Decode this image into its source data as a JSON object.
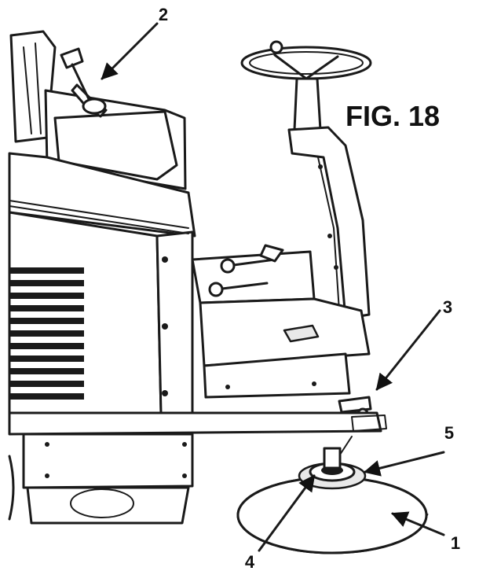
{
  "figure": {
    "title": "FIG. 18",
    "callouts": [
      {
        "number": "1"
      },
      {
        "number": "2"
      },
      {
        "number": "3"
      },
      {
        "number": "4"
      },
      {
        "number": "5"
      }
    ]
  }
}
